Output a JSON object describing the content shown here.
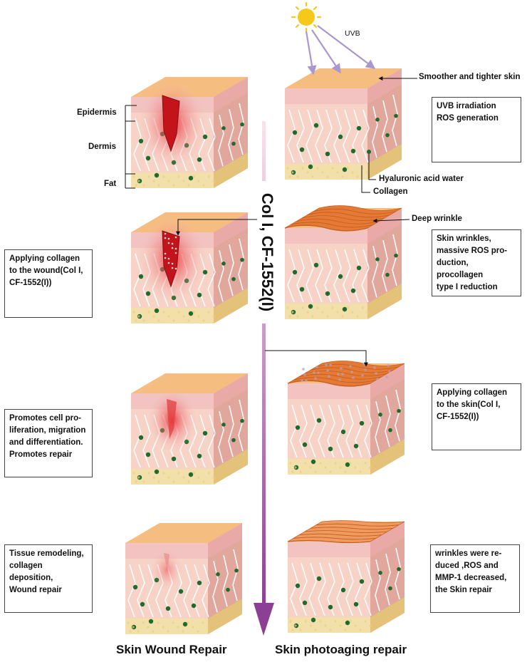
{
  "labels": {
    "epidermis": "Epidermis",
    "dermis": "Dermis",
    "fat": "Fat",
    "uvb": "UVB",
    "smoother_skin": "Smoother and tighter skin",
    "hyaluronic": "Hyaluronic acid water",
    "collagen": "Collagen",
    "deep_wrinkle": "Deep wrinkle",
    "vertical": "Col I, CF-1552(I)"
  },
  "notes": {
    "uvb_box": "UVB irradiation\nROS generation",
    "wrinkle_box": "Skin wrinkles,\nmassive ROS pro-\nduction, procollagen\ntype I reduction",
    "apply_skin_box": "Applying collagen\nto the skin(Col I,\nCF-1552(I))",
    "reduced_box": "wrinkles were re-\nduced ,ROS and\nMMP-1 decreased,\nthe Skin repair",
    "apply_wound_box": "Applying collagen\nto the wound(Col I,\nCF-1552(I))",
    "promotes_box": "Promotes cell pro-\nliferation, migration\nand differentiation.\nPromotes repair",
    "remodel_box": "Tissue remodeling,\ncollagen deposition,\nWound repair"
  },
  "titles": {
    "left": "Skin Wound Repair",
    "right": "Skin photoaging repair"
  },
  "colors": {
    "top_face": "#f6bd80",
    "epidermis": "#f2c3c0",
    "dermis": "#f7d2c6",
    "fat": "#f2dfa9",
    "side_face": "#e1a79d",
    "wound": "#c3141c",
    "wrinkle": "#e57a35",
    "dots": "#1f6b2d",
    "sun": "#f6c81a",
    "uv_arrow": "#a997cf",
    "arrow": "#8c3f94"
  }
}
